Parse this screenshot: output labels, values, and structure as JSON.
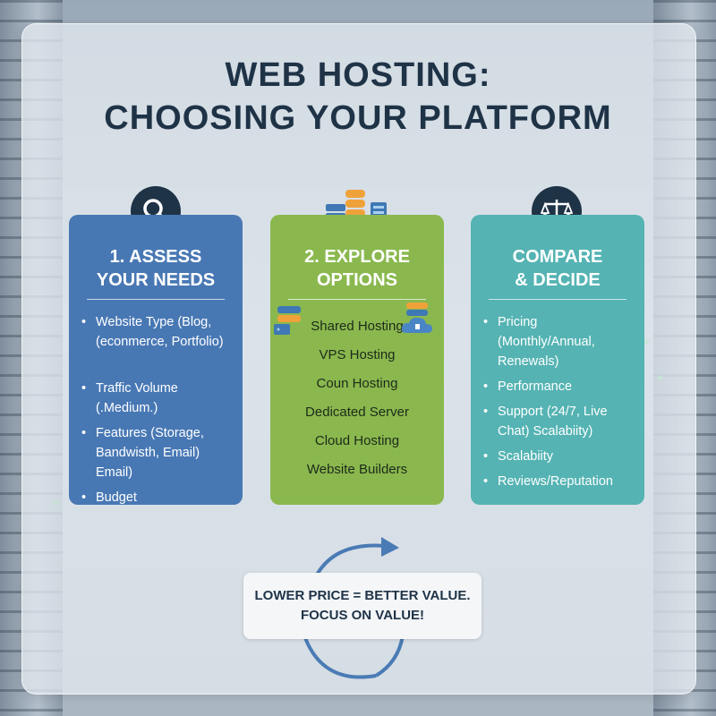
{
  "title": {
    "line1": "WEB HOSTING:",
    "line2": "CHOOSING YOUR PLATFORM"
  },
  "cards": [
    {
      "title_line1": "1. ASSESS",
      "title_line2": "YOUR NEEDS",
      "icon": "magnifier-icon",
      "items": [
        "Website Type (Blog, (econmerce, Portfolio)",
        "Traffic Volume (.Medium.)",
        "Features (Storage, Bandwisth, Email) Email)",
        "Budget"
      ]
    },
    {
      "title_line1": "2. EXPLORE",
      "title_line2": "OPTIONS",
      "icon": "server-stack-icon",
      "items": [
        "Shared Hosting",
        "VPS Hosting",
        "Coun Hosting",
        "Dedicated Server",
        "Cloud Hosting",
        "Website Builders"
      ]
    },
    {
      "title_line1": "COMPARE",
      "title_line2": "& DECIDE",
      "icon": "balance-scale-icon",
      "items": [
        "Pricing (Monthly/Annual, Renewals)",
        "Performance",
        "Support (24/7, Live Chat) Scalabiity)",
        "Scalabiity",
        "Reviews/Reputation"
      ]
    }
  ],
  "callout": {
    "line1": "LOWER PRICE = BETTER VALUE.",
    "line2": "FOCUS ON VALUE!"
  },
  "colors": {
    "navy": "#1f3347",
    "blue_card": "#4878b4",
    "green_card": "#8ab84e",
    "teal_card": "#55b3b3",
    "cycle_arrow": "#4a7bb5"
  }
}
